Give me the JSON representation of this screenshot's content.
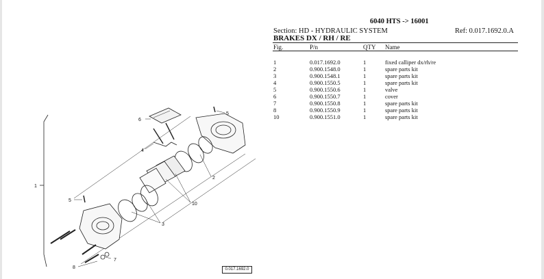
{
  "header": {
    "model": "6040 HTS -> 16001",
    "section": "Section: HD - HYDRAULIC SYSTEM",
    "ref": "Ref: 0.017.1692.0.A",
    "title": "BRAKES DX / RH / RE"
  },
  "columns": {
    "fig": "Fig.",
    "pn": "P/n",
    "qty": "QTY",
    "name": "Name"
  },
  "rows": [
    {
      "fig": "1",
      "pn": "0.017.1692.0",
      "qty": "1",
      "name": "fixed calliper dx/rh/re"
    },
    {
      "fig": "2",
      "pn": "0.900.1548.0",
      "qty": "1",
      "name": "spare parts kit"
    },
    {
      "fig": "3",
      "pn": "0.900.1548.1",
      "qty": "1",
      "name": "spare parts kit"
    },
    {
      "fig": "4",
      "pn": "0.900.1550.5",
      "qty": "1",
      "name": "spare parts kit"
    },
    {
      "fig": "5",
      "pn": "0.900.1550.6",
      "qty": "1",
      "name": "valve"
    },
    {
      "fig": "6",
      "pn": "0.900.1550.7",
      "qty": "1",
      "name": "cover"
    },
    {
      "fig": "7",
      "pn": "0.900.1550.8",
      "qty": "1",
      "name": "spare parts kit"
    },
    {
      "fig": "8",
      "pn": "0.900.1550.9",
      "qty": "1",
      "name": "spare parts kit"
    },
    {
      "fig": "10",
      "pn": "0.900.1551.0",
      "qty": "1",
      "name": "spare parts kit"
    }
  ],
  "diagram": {
    "stamp": "0.017.1692.0",
    "callouts": [
      "1",
      "2",
      "3",
      "4",
      "5",
      "5",
      "6",
      "7",
      "8",
      "10"
    ]
  }
}
